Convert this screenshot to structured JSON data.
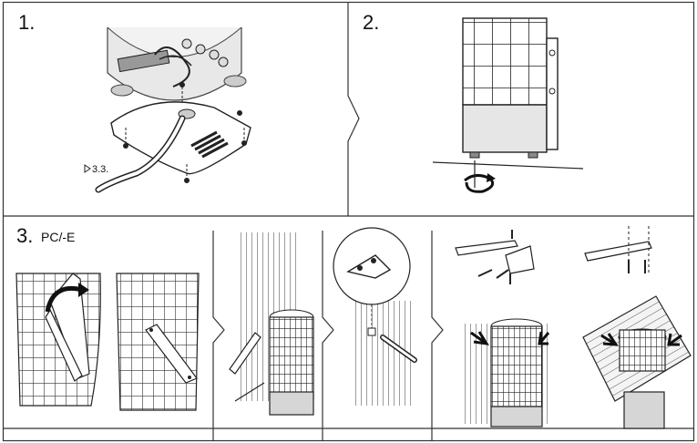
{
  "steps": [
    {
      "number": "1.",
      "reference": "3.3."
    },
    {
      "number": "2."
    },
    {
      "number": "3.",
      "model": "PC/-E"
    }
  ]
}
